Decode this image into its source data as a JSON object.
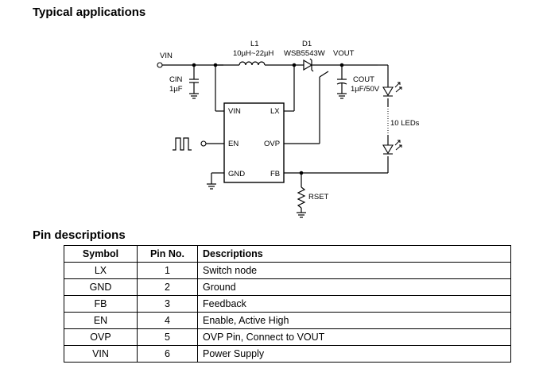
{
  "headings": {
    "typical": "Typical applications",
    "pins": "Pin descriptions"
  },
  "schematic": {
    "vin": "VIN",
    "cin_name": "CIN",
    "cin_value": "1µF",
    "l1_name": "L1",
    "l1_value": "10µH~22µH",
    "d1_name": "D1",
    "d1_part": "WSB5543W",
    "vout": "VOUT",
    "cout_name": "COUT",
    "cout_value": "1µF/50V",
    "leds": "10 LEDs",
    "rset": "RSET",
    "ic_pins": {
      "vin": "VIN",
      "lx": "LX",
      "en": "EN",
      "ovp": "OVP",
      "gnd": "GND",
      "fb": "FB"
    }
  },
  "table": {
    "headers": [
      "Symbol",
      "Pin No.",
      "Descriptions"
    ],
    "rows": [
      [
        "LX",
        "1",
        "Switch node"
      ],
      [
        "GND",
        "2",
        "Ground"
      ],
      [
        "FB",
        "3",
        "Feedback"
      ],
      [
        "EN",
        "4",
        "Enable, Active High"
      ],
      [
        "OVP",
        "5",
        "OVP Pin, Connect to VOUT"
      ],
      [
        "VIN",
        "6",
        "Power Supply"
      ]
    ]
  }
}
